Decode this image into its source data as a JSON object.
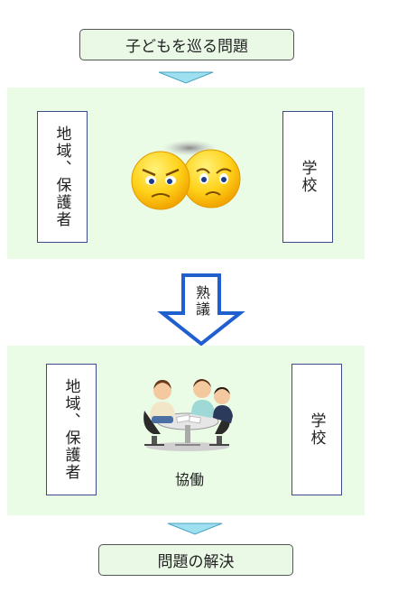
{
  "top_box": {
    "label": "子どもを巡る問題"
  },
  "panel_top": {
    "left_box": "地域、保護者",
    "right_box": "学校"
  },
  "middle_arrow": {
    "label": "熟議"
  },
  "panel_bottom": {
    "left_box": "地域、保護者",
    "right_box": "学校",
    "center_label": "協働"
  },
  "bottom_box": {
    "label": "問題の解決"
  },
  "colors": {
    "panel_bg": "#eafbe6",
    "arrow_blue": "#1f5fd0",
    "tri_fill": "#9fe0f0",
    "face_yellow": "#ffd21a"
  }
}
